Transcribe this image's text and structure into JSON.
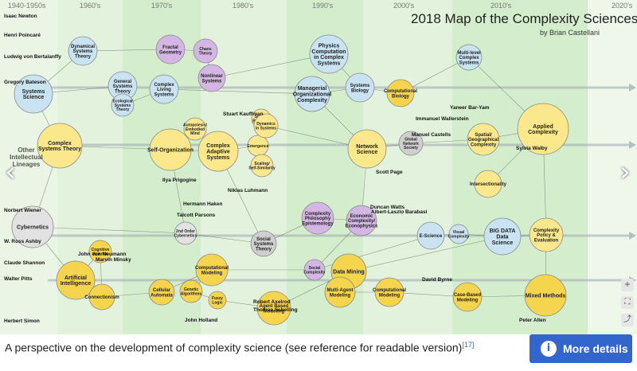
{
  "diagram": {
    "title": "2018 Map of the Complexity Sciences",
    "subtitle": "by Brian Castellani",
    "eras": [
      "1940-1950s",
      "1960's",
      "1970's",
      "1980's",
      "1990's",
      "2000's",
      "2010's",
      "2020's"
    ],
    "side_label": "Other Intellectual Lineages",
    "bubbles": [
      {
        "label": "Systems Science",
        "color": "#c9e3f2"
      },
      {
        "label": "Dynamical Systems Theory",
        "color": "#c9e3f2"
      },
      {
        "label": "General Systems Theory",
        "color": "#c9e3f2"
      },
      {
        "label": "Ecological Systems Theory",
        "color": "#c9e3f2"
      },
      {
        "label": "Fractal Geometry",
        "color": "#d3b6e3"
      },
      {
        "label": "Chaos Theory",
        "color": "#d3b6e3"
      },
      {
        "label": "Nonlinear Systems",
        "color": "#d3b6e3"
      },
      {
        "label": "Complex Living Systems",
        "color": "#c9e3f2"
      },
      {
        "label": "Managerial Organizational Complexity",
        "color": "#c9e3f2"
      },
      {
        "label": "Physics Computation in Complex Systems",
        "color": "#c9e3f2"
      },
      {
        "label": "Systems Biology",
        "color": "#c9e3f2"
      },
      {
        "label": "Computational Biology",
        "color": "#f5d44e"
      },
      {
        "label": "Multi-level Complex Systems",
        "color": "#c9e3f2"
      },
      {
        "label": "Complex Systems Theory",
        "color": "#fbe88c"
      },
      {
        "label": "Self-Organization",
        "color": "#fbe88c"
      },
      {
        "label": "Complex Adaptive Systems",
        "color": "#fbe88c"
      },
      {
        "label": "Autopoiesis/ Embodied Mind",
        "color": "#fbe88c"
      },
      {
        "label": "Swarm Behavior",
        "color": "#fbe88c"
      },
      {
        "label": "Emergence",
        "color": "#fbe88c"
      },
      {
        "label": "Dynamics in Systems",
        "color": "#fbe88c"
      },
      {
        "label": "Scaling/ Self-Similarity",
        "color": "#fbe88c"
      },
      {
        "label": "Network Science",
        "color": "#fbe88c"
      },
      {
        "label": "Global Network Society",
        "color": "#cfcfcf"
      },
      {
        "label": "Spatial/ Geographical Complexity",
        "color": "#fbe88c"
      },
      {
        "label": "Intersectionality",
        "color": "#fbe88c"
      },
      {
        "label": "Applied Complexity",
        "color": "#fbe88c"
      },
      {
        "label": "Cybernetics",
        "color": "#e2e2e2"
      },
      {
        "label": "2nd Order Cybernetics",
        "color": "#e2e2e2"
      },
      {
        "label": "Social Systems Theory",
        "color": "#cfcfcf"
      },
      {
        "label": "Complexity Philosophy Epistemology",
        "color": "#d3b6e3"
      },
      {
        "label": "Economic Complexity/ Econophysics",
        "color": "#d3b6e3"
      },
      {
        "label": "Social Complexity",
        "color": "#d3b6e3"
      },
      {
        "label": "E-Science",
        "color": "#c9e3f2"
      },
      {
        "label": "Visual Complexity",
        "color": "#c9e3f2"
      },
      {
        "label": "BIG DATA Data Science",
        "color": "#c9e3f2"
      },
      {
        "label": "Complexity Policy & Evaluation",
        "color": "#fbe88c"
      },
      {
        "label": "Artificial Intelligence",
        "color": "#f5d44e"
      },
      {
        "label": "Cognitive Science",
        "color": "#f5d44e"
      },
      {
        "label": "Connectionism",
        "color": "#f5d44e"
      },
      {
        "label": "Cellular Automata",
        "color": "#f5d44e"
      },
      {
        "label": "Computational Modeling",
        "color": "#f5d44e"
      },
      {
        "label": "Genetic Algorithms",
        "color": "#f5d44e"
      },
      {
        "label": "Fuzzy Logic",
        "color": "#f5d44e"
      },
      {
        "label": "Agent Based Modeling",
        "color": "#f5d44e"
      },
      {
        "label": "Data Mining",
        "color": "#f5d44e"
      },
      {
        "label": "Multi-Agent Modeling",
        "color": "#f5d44e"
      },
      {
        "label": "Computational Modeling",
        "color": "#f5d44e"
      },
      {
        "label": "Case-Based Modeling",
        "color": "#f5d44e"
      },
      {
        "label": "Mixed Methods",
        "color": "#f5d44e"
      }
    ],
    "people": [
      {
        "label": "Isaac Newton"
      },
      {
        "label": "Henri Poincaré"
      },
      {
        "label": "Ludwig von Bertalanffy"
      },
      {
        "label": "Gregory Bateson"
      },
      {
        "label": "Norbert Wiener"
      },
      {
        "label": "W. Ross Ashby"
      },
      {
        "label": "Claude Shannon"
      },
      {
        "label": "Walter Pitts"
      },
      {
        "label": "John von Neumann"
      },
      {
        "label": "Marvin Minsky"
      },
      {
        "label": "Herbert Simon"
      },
      {
        "label": "Ilya Prigogine"
      },
      {
        "label": "Hermann Haken"
      },
      {
        "label": "Talcott Parsons"
      },
      {
        "label": "Stuart Kauffman"
      },
      {
        "label": "Niklas Luhmann"
      },
      {
        "label": "John Holland"
      },
      {
        "label": "Duncan Watts"
      },
      {
        "label": "Albert-Laszlo Barabasi"
      },
      {
        "label": "Yaneer Bar-Yam"
      },
      {
        "label": "Immanuel Wallerstein"
      },
      {
        "label": "Manuel Castells"
      },
      {
        "label": "Sylvia Walby"
      },
      {
        "label": "David Byrne"
      },
      {
        "label": "Peter Allen"
      },
      {
        "label": "Scott Page"
      },
      {
        "label": "Thomas Schelling"
      },
      {
        "label": "Robert Axelrod"
      }
    ]
  },
  "caption": {
    "text": "A perspective on the development of complexity science (see reference for readable version)",
    "ref": "[17]"
  },
  "more_details": {
    "label": "More details",
    "icon": "info-icon"
  },
  "nav": {
    "prev": "‹",
    "next": "›"
  },
  "controls": {
    "zoom": "+",
    "fullscreen": "⛶",
    "share": "⤴"
  }
}
